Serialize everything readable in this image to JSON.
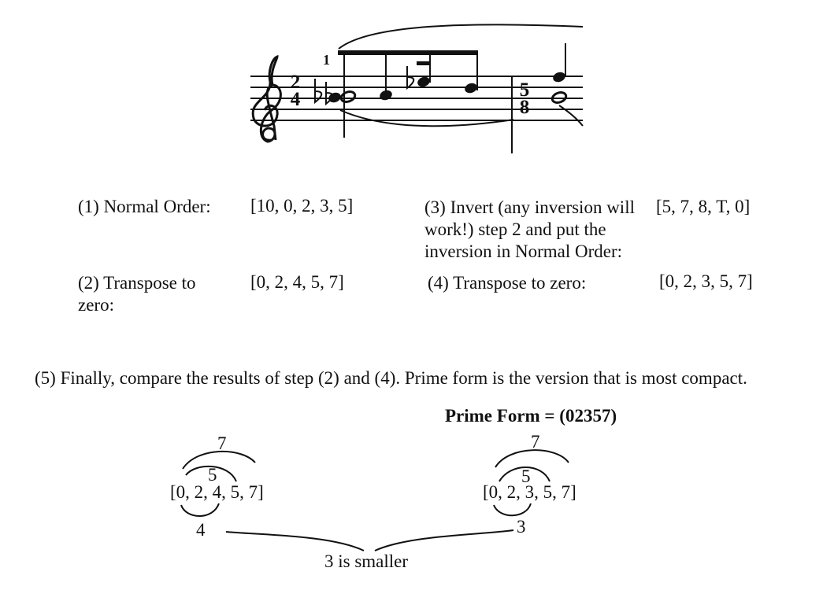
{
  "steps": {
    "step1": {
      "label": "(1) Normal Order:",
      "value": "[10, 0, 2, 3, 5]"
    },
    "step2": {
      "label": "(2) Transpose to zero:",
      "value": "[0, 2, 4, 5, 7]"
    },
    "step3": {
      "label": "(3) Invert (any inversion will work!) step 2 and put the inversion in Normal Order:",
      "value": "[5, 7, 8, T, 0]"
    },
    "step4": {
      "label": "(4) Transpose to zero:",
      "value": "[0, 2, 3, 5, 7]"
    },
    "step5": {
      "label": "(5) Finally, compare the results of step (2) and (4). Prime form is the version that is most compact."
    }
  },
  "prime_form": "Prime Form = (02357)",
  "comparison": {
    "left": {
      "set": "[0, 2, 4, 5, 7]",
      "outer_interval": "7",
      "inner_interval": "5",
      "first_interval": "4"
    },
    "right": {
      "set": "[0, 2, 3, 5, 7]",
      "outer_interval": "7",
      "inner_interval": "5",
      "first_interval": "3"
    },
    "conclusion": "3 is smaller"
  },
  "score": {
    "time_signature_1": [
      "2",
      "4"
    ],
    "time_signature_2": [
      "5",
      "8"
    ],
    "fingering": "1"
  }
}
